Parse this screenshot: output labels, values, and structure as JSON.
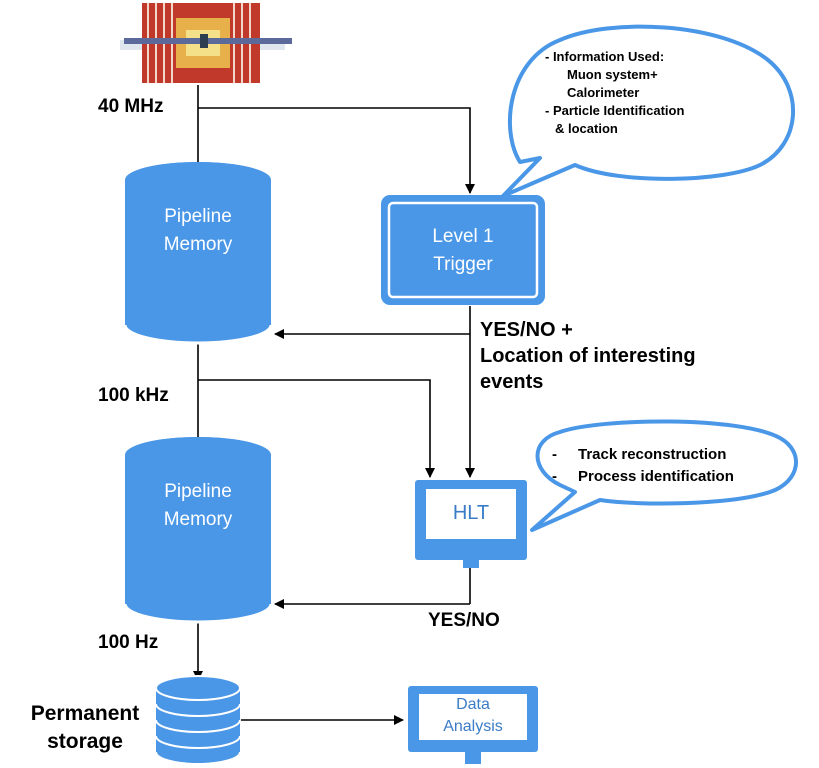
{
  "rates": {
    "collision": "40 MHz",
    "after_l1": "100 kHz",
    "after_hlt": "100 Hz"
  },
  "pipeline_memory_1": {
    "line1": "Pipeline",
    "line2": "Memory"
  },
  "pipeline_memory_2": {
    "line1": "Pipeline",
    "line2": "Memory"
  },
  "level1_trigger": {
    "line1": "Level 1",
    "line2": "Trigger"
  },
  "l1_output": {
    "line1": "YES/NO +",
    "line2": "Location of interesting",
    "line3": "events"
  },
  "hlt": {
    "label": "HLT"
  },
  "hlt_output": "YES/NO",
  "storage": {
    "line1": "Permanent",
    "line2": "storage"
  },
  "data_analysis": {
    "line1": "Data",
    "line2": "Analysis"
  },
  "l1_bubble": {
    "line1": "- Information Used:",
    "line2": "Muon system+",
    "line3": "Calorimeter",
    "line4": "- Particle Identification",
    "line5": "& location"
  },
  "hlt_bubble": {
    "bullet1": "Track reconstruction",
    "bullet2": "Process identification"
  },
  "colors": {
    "accent": "#4a97e8",
    "bubble_border": "#4a97e8",
    "monitor_text": "#3a7cc7"
  }
}
